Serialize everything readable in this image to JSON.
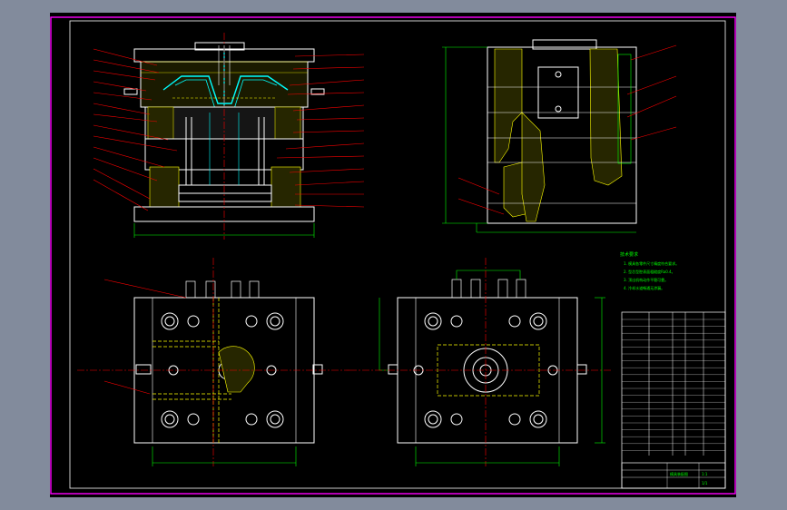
{
  "app": {
    "background": "#828b9c",
    "canvas_background": "#000000"
  },
  "colors": {
    "border": "#ff00ff",
    "lines": "#ffffff",
    "dims": "#00ff00",
    "hidden": "#ffff00",
    "center": "#ff0000",
    "leaders": "#ff0000",
    "section": "#ffff00",
    "cyan": "#00ffff"
  },
  "notes": {
    "title": "技术要求",
    "lines": [
      "1. 模具各零件尺寸精度符合要求。",
      "2. 型芯型腔表面粗糙度Ra0.4。",
      "3. 顶出机构动作平稳可靠。",
      "4. 冷却水道畅通无渗漏。"
    ]
  },
  "title_block": {
    "drawing_name": "模具装配图",
    "scale": "1:1",
    "sheet": "1/1"
  },
  "icons": {
    "cooling_fitting": "nipple-icon",
    "sprue": "sprue-bushing-icon"
  }
}
